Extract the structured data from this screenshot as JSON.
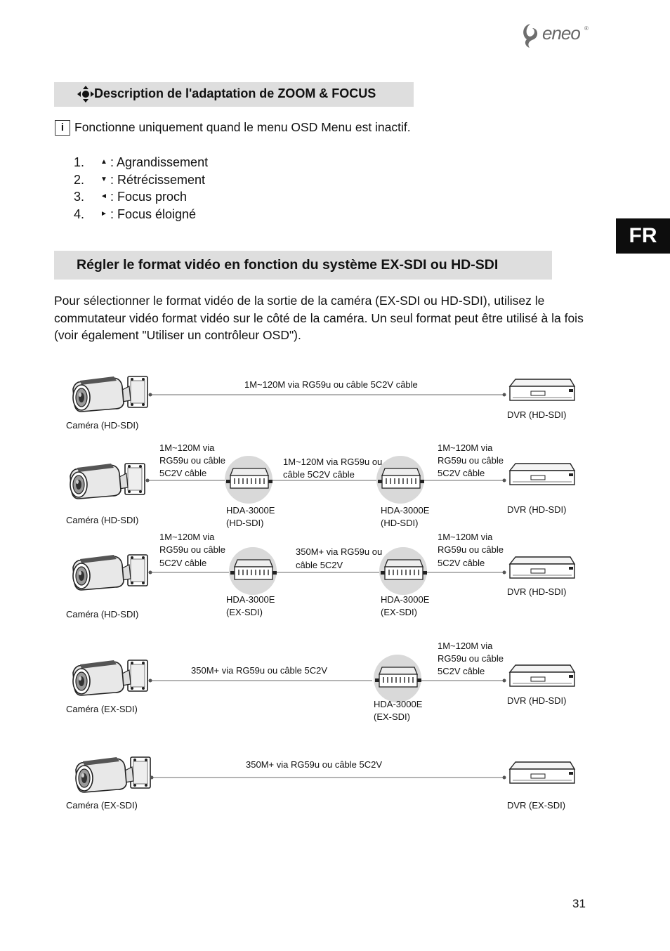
{
  "brand": {
    "logo_text": "eneo"
  },
  "lang_tab": "FR",
  "section1": {
    "title": "Description de l'adaptation de ZOOM & FOCUS",
    "info_icon": "i",
    "info_text": "Fonctionne uniquement quand le menu OSD Menu est inactif.",
    "items": [
      {
        "num": "1.",
        "arrow": "▲",
        "text": ": Agrandissement"
      },
      {
        "num": "2.",
        "arrow": "▼",
        "text": ": Rétrécissement"
      },
      {
        "num": "3.",
        "arrow": "◄",
        "text": ": Focus proch"
      },
      {
        "num": "4.",
        "arrow": "►",
        "text": ": Focus éloigné"
      }
    ]
  },
  "section2": {
    "title": "Régler le format vidéo en fonction du système EX-SDI ou HD-SDI",
    "paragraph": "Pour sélectionner le format vidéo de la sortie de la caméra (EX-SDI ou HD-SDI), utilisez le commutateur vidéo format vidéo sur le côté de la caméra. Un seul format peut être utilisé à la fois (voir également \"Utiliser un contrôleur OSD\")."
  },
  "diagram": {
    "row1": {
      "camera": "Caméra (HD-SDI)",
      "cable": "1M~120M via RG59u ou câble 5C2V câble",
      "dvr": "DVR (HD-SDI)"
    },
    "row2": {
      "camera": "Caméra (HD-SDI)",
      "cable1": [
        "1M~120M via",
        "RG59u ou câble",
        "5C2V câble"
      ],
      "hda1": [
        "HDA-3000E",
        "(HD-SDI)"
      ],
      "cable2": [
        "1M~120M via RG59u ou",
        "câble 5C2V câble"
      ],
      "hda2": [
        "HDA-3000E",
        "(HD-SDI)"
      ],
      "cable3": [
        "1M~120M via",
        "RG59u ou câble",
        "5C2V câble"
      ],
      "dvr": "DVR (HD-SDI)"
    },
    "row3": {
      "camera": "Caméra (HD-SDI)",
      "cable1": [
        "1M~120M via",
        "RG59u ou câble",
        "5C2V câble"
      ],
      "hda1": [
        "HDA-3000E",
        "(EX-SDI)"
      ],
      "cable2": [
        "350M+ via RG59u ou",
        "câble 5C2V"
      ],
      "hda2": [
        "HDA-3000E",
        "(EX-SDI)"
      ],
      "cable3": [
        "1M~120M via",
        "RG59u ou câble",
        "5C2V câble"
      ],
      "dvr": "DVR (HD-SDI)"
    },
    "row4": {
      "camera": "Caméra (EX-SDI)",
      "cable1": "350M+ via RG59u ou câble 5C2V",
      "hda": [
        "HDA-3000E",
        "(EX-SDI)"
      ],
      "cable2": [
        "1M~120M via",
        "RG59u ou câble",
        "5C2V câble"
      ],
      "dvr": "DVR (HD-SDI)"
    },
    "row5": {
      "camera": "Caméra (EX-SDI)",
      "cable": "350M+ via RG59u ou câble 5C2V",
      "dvr": "DVR (EX-SDI)"
    }
  },
  "page_number": "31"
}
